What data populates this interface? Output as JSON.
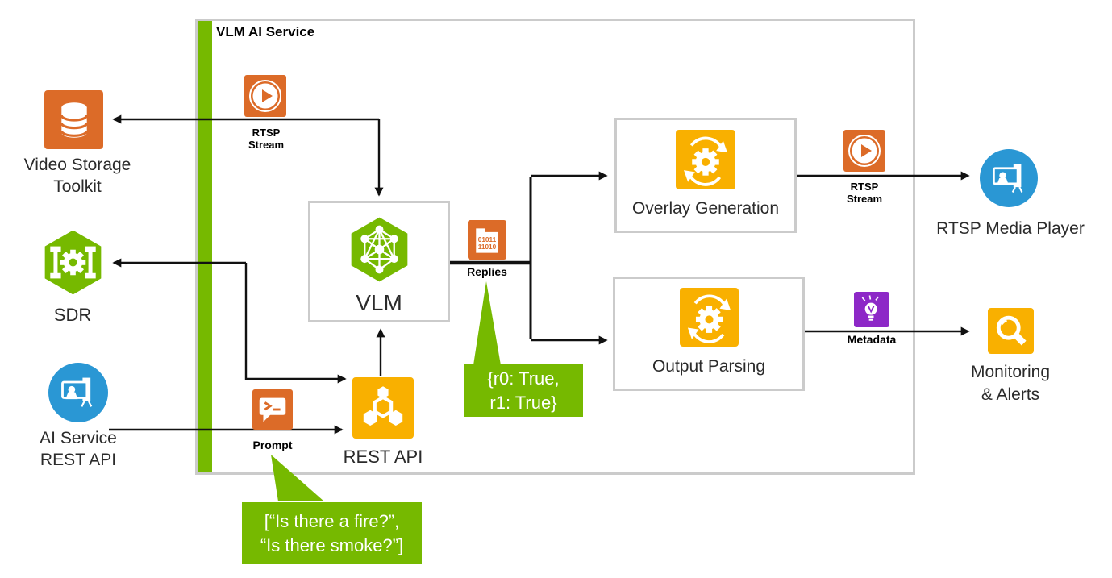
{
  "colors": {
    "green": "#76B900",
    "orange": "#DC6B28",
    "yellow": "#F9B000",
    "blue": "#2A97D4",
    "purple": "#8D28C7",
    "box-border": "#CBCBCB",
    "line": "#111111",
    "text": "#2B2B2B"
  },
  "service_box": {
    "title": "VLM AI Service"
  },
  "nodes": {
    "video_storage": {
      "lines": [
        "Video Storage",
        "Toolkit"
      ],
      "icon": "database-icon"
    },
    "sdr": {
      "label": "SDR",
      "icon": "sdr-gear-hexagon-icon"
    },
    "ai_service": {
      "lines": [
        "AI Service",
        "REST API"
      ],
      "icon": "monitor-person-icon"
    },
    "rtsp_in": {
      "lines": [
        "RTSP",
        "Stream"
      ],
      "icon": "play-icon"
    },
    "vlm": {
      "label": "VLM",
      "icon": "neural-network-hexagon-icon"
    },
    "rest_api": {
      "label": "REST API",
      "icon": "hexagons-icon"
    },
    "prompt": {
      "label": "Prompt",
      "icon": "terminal-bubble-icon"
    },
    "replies": {
      "label": "Replies",
      "icon": "binary-file-icon",
      "binary": [
        "01011",
        "11010"
      ]
    },
    "overlay": {
      "label": "Overlay Generation",
      "icon": "process-sync-icon"
    },
    "output": {
      "label": "Output Parsing",
      "icon": "process-sync-icon"
    },
    "rtsp_out": {
      "lines": [
        "RTSP",
        "Stream"
      ],
      "icon": "play-icon"
    },
    "metadata": {
      "label": "Metadata",
      "icon": "lightbulb-icon"
    },
    "media_player": {
      "label": "RTSP Media Player",
      "icon": "monitor-person-icon"
    },
    "monitoring": {
      "lines": [
        "Monitoring",
        "& Alerts"
      ],
      "icon": "magnifier-icon"
    }
  },
  "callouts": {
    "replies": {
      "lines": [
        "{r0: True,",
        "r1: True}"
      ]
    },
    "prompt": {
      "lines": [
        "[“Is there a fire?”,",
        "“Is there smoke?”]"
      ]
    }
  }
}
